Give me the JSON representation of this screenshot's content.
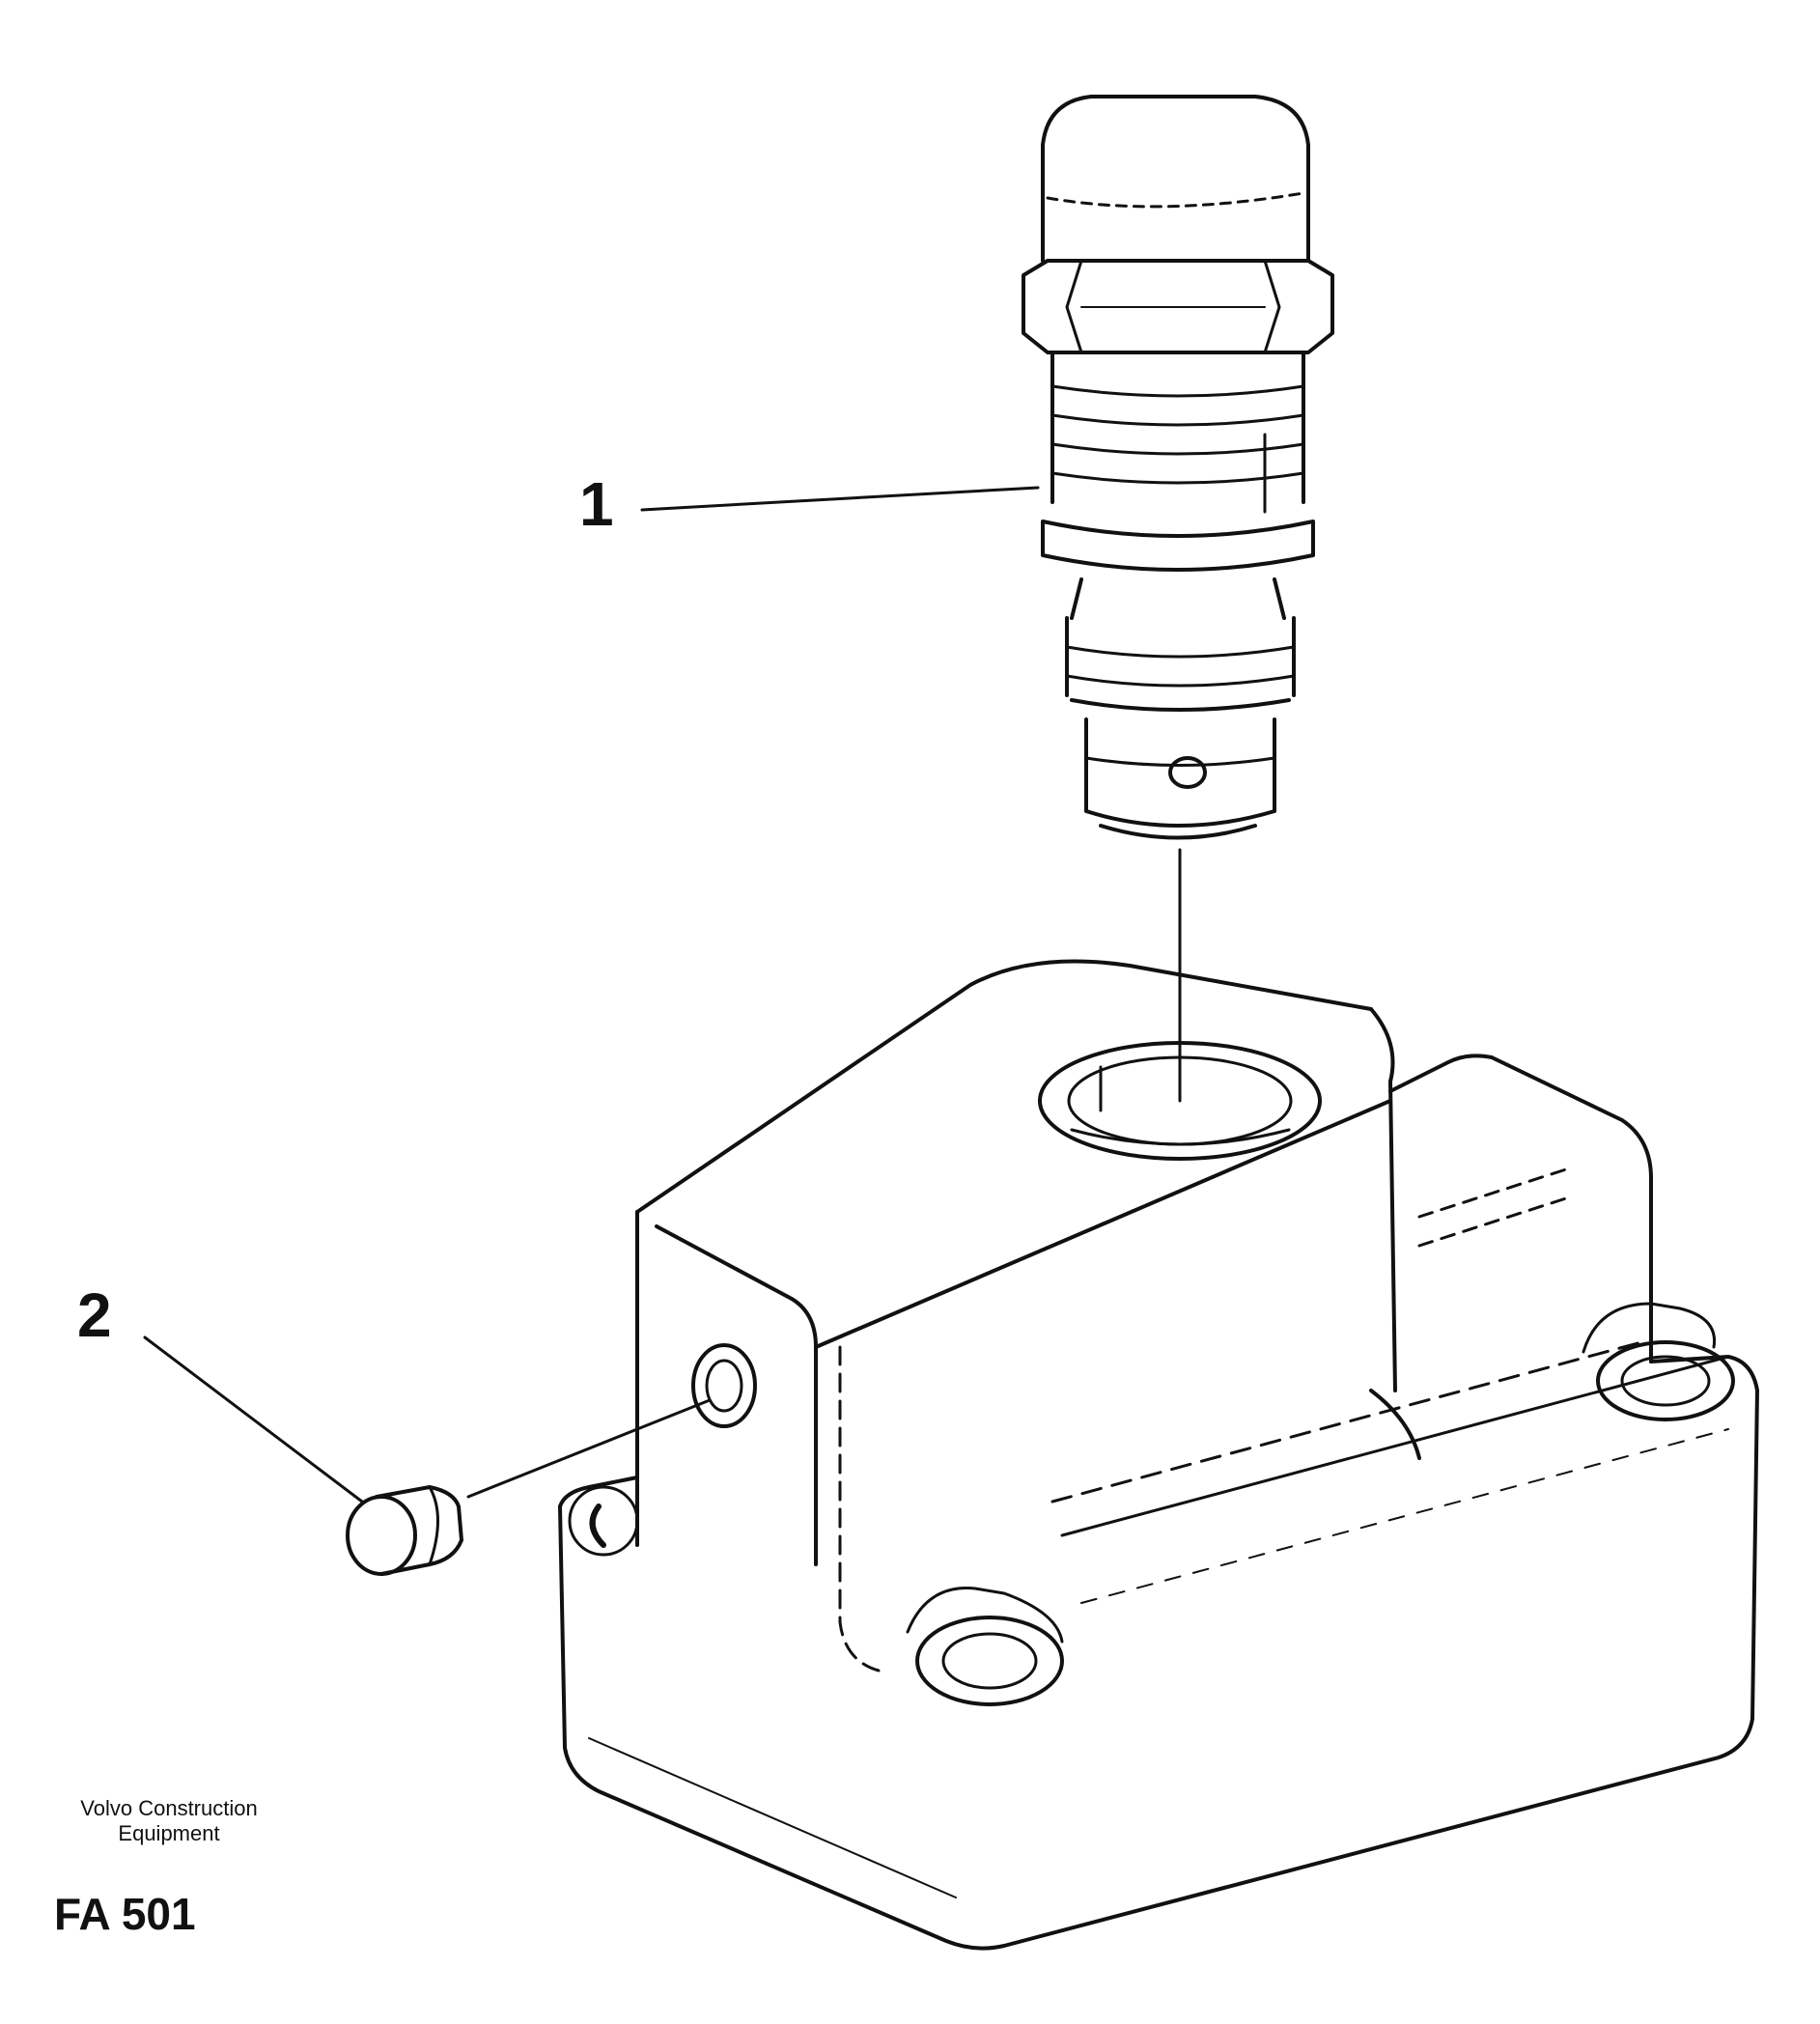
{
  "callouts": [
    {
      "number": "1"
    },
    {
      "number": "2"
    }
  ],
  "footer": {
    "company_line1": "Volvo Construction",
    "company_line2": "Equipment",
    "figure_code": "FA 501"
  }
}
